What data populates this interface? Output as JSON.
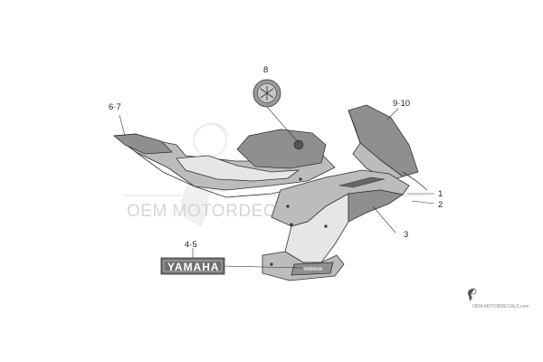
{
  "watermark": {
    "text": "OEM MOTORDECALS.com",
    "footer": "OEM-MOTORDECALS.com"
  },
  "callouts": {
    "c1": "1",
    "c2": "2",
    "c3": "3",
    "c45": "4·5",
    "c67": "6·7",
    "c8": "8",
    "c910": "9·10"
  },
  "decals": {
    "yamaha_label": "YAMAHA",
    "lower_cowl_label": "YAMAHA"
  },
  "colors": {
    "line": "#333333",
    "fill_mid": "#bcbcbc",
    "fill_dark": "#8f8f8f",
    "watermark": "#d5d5d5"
  }
}
